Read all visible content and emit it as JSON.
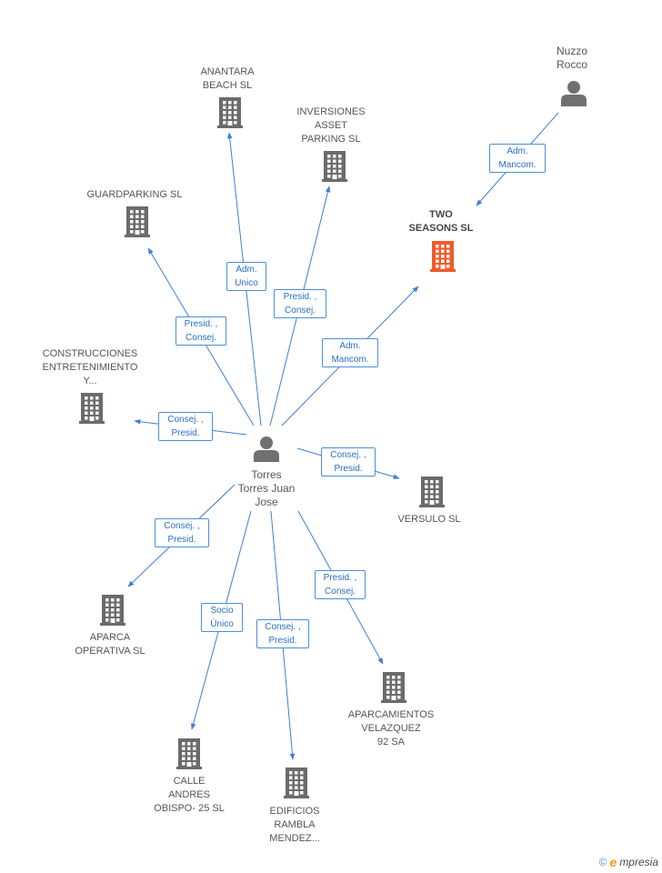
{
  "colors": {
    "edge": "#3d7fd6",
    "building": "#6b6b6b",
    "focus_building": "#f05a28",
    "person": "#707070"
  },
  "nodes": [
    {
      "id": "torres",
      "type": "person",
      "label": "Torres\nTorres Juan\nJose"
    },
    {
      "id": "nuzzo",
      "type": "person",
      "label": "Nuzzo\nRocco"
    },
    {
      "id": "two_seasons",
      "type": "company",
      "focus": true,
      "label": "TWO\nSEASONS SL"
    },
    {
      "id": "anantara",
      "type": "company",
      "label": "ANANTARA\nBEACH SL"
    },
    {
      "id": "inversiones",
      "type": "company",
      "label": "INVERSIONES\nASSET\nPARKING SL"
    },
    {
      "id": "guardparking",
      "type": "company",
      "label": "GUARDPARKING SL"
    },
    {
      "id": "construcciones",
      "type": "company",
      "label": "CONSTRUCCIONES\nENTRETENIMIENTO\nY..."
    },
    {
      "id": "versulo",
      "type": "company",
      "label": "VERSULO SL"
    },
    {
      "id": "aparca",
      "type": "company",
      "label": "APARCA\nOPERATIVA SL"
    },
    {
      "id": "aparcamientos",
      "type": "company",
      "label": "APARCAMIENTOS\nVELAZQUEZ\n92 SA"
    },
    {
      "id": "calle",
      "type": "company",
      "label": "CALLE\nANDRES\nOBISPO- 25 SL"
    },
    {
      "id": "edificios",
      "type": "company",
      "label": "EDIFICIOS\nRAMBLA\nMENDEZ..."
    }
  ],
  "edges": [
    {
      "from": "nuzzo",
      "to": "two_seasons",
      "label": "Adm.\nMancom."
    },
    {
      "from": "torres",
      "to": "anantara",
      "label": "Adm.\nUnico"
    },
    {
      "from": "torres",
      "to": "inversiones",
      "label": "Presid. ,\nConsej."
    },
    {
      "from": "torres",
      "to": "guardparking",
      "label": "Presid. ,\nConsej."
    },
    {
      "from": "torres",
      "to": "two_seasons",
      "label": "Adm.\nMancom."
    },
    {
      "from": "torres",
      "to": "construcciones",
      "label": "Consej. ,\nPresid."
    },
    {
      "from": "torres",
      "to": "versulo",
      "label": "Consej. ,\nPresid."
    },
    {
      "from": "torres",
      "to": "aparca",
      "label": "Consej. ,\nPresid."
    },
    {
      "from": "torres",
      "to": "aparcamientos",
      "label": "Presid. ,\nConsej."
    },
    {
      "from": "torres",
      "to": "calle",
      "label": "Socio\nÚnico"
    },
    {
      "from": "torres",
      "to": "edificios",
      "label": "Consej. ,\nPresid."
    }
  ],
  "watermark": {
    "copyright": "©",
    "brand_e": "e",
    "brand_rest": "mpresia"
  }
}
